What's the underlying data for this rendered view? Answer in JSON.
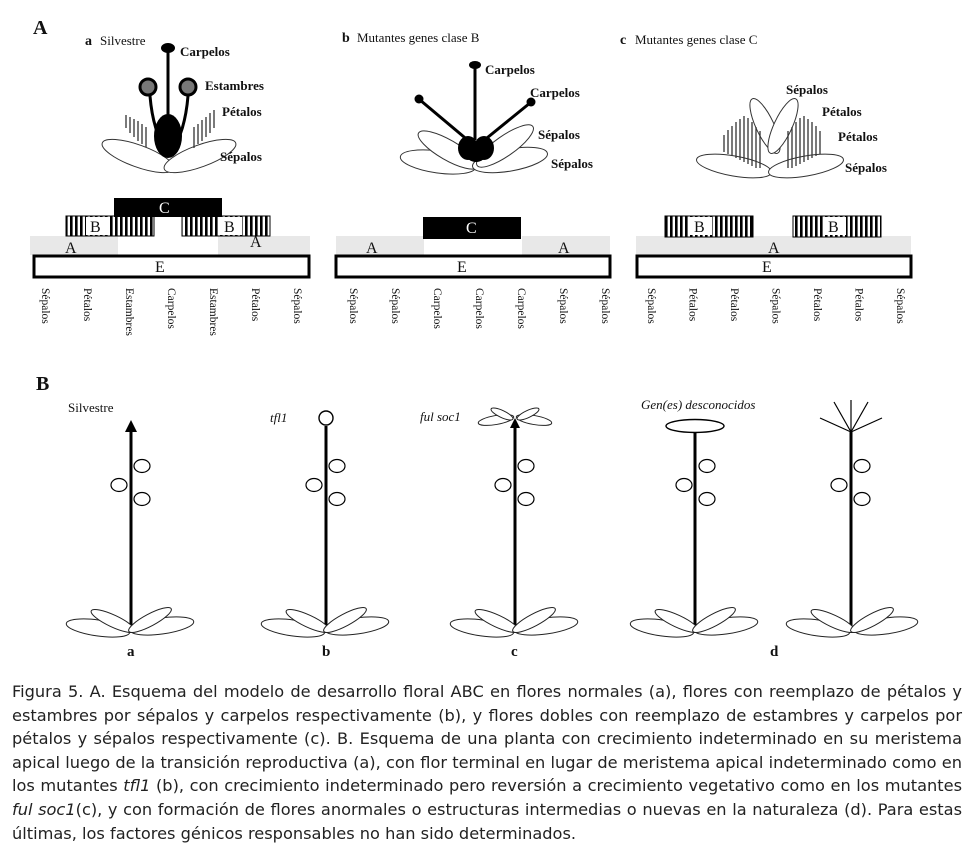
{
  "panel_a": {
    "label": "A",
    "sub_a": {
      "letter": "a",
      "title": "Silvestre",
      "carpelos": "Carpelos",
      "estambres": "Estambres",
      "petalos": "Pétalos",
      "sepalos": "Sépalos"
    },
    "sub_b": {
      "letter": "b",
      "title": "Mutantes genes clase B",
      "carpelos_1": "Carpelos",
      "carpelos_2": "Carpelos",
      "sepalos_1": "Sépalos",
      "sepalos_2": "Sépalos"
    },
    "sub_c": {
      "letter": "c",
      "title": "Mutantes genes clase C",
      "sepalos_1": "Sépalos",
      "petalos_1": "Pétalos",
      "petalos_2": "Pétalos",
      "sepalos_2": "Sépalos"
    },
    "boxes": {
      "a": "A",
      "b": "B",
      "c": "C",
      "e": "E"
    },
    "organs_a": [
      "Sépalos",
      "Pétalos",
      "Estambres",
      "Carpelos",
      "Estambres",
      "Pétalos",
      "Sépalos"
    ],
    "organs_b": [
      "Sépalos",
      "Sépalos",
      "Carpelos",
      "Carpelos",
      "Carpelos",
      "Sépalos",
      "Sépalos"
    ],
    "organs_c": [
      "Sépalos",
      "Pétalos",
      "Pétalos",
      "Sépalos",
      "Pétalos",
      "Pétalos",
      "Sépalos"
    ]
  },
  "panel_b": {
    "label": "B",
    "plant_a": {
      "title": "Silvestre",
      "letter": "a"
    },
    "plant_b": {
      "title": "tfl1",
      "letter": "b"
    },
    "plant_c": {
      "title": "ful soc1",
      "letter": "c"
    },
    "plant_d": {
      "title": "Gen(es) desconocidos",
      "letter": "d"
    }
  },
  "caption": {
    "p1": "Figura 5. A. Esquema del modelo de desarrollo floral ABC en flores normales (a), flores con reemplazo de pétalos y estambres por sépalos y carpelos respectivamente (b), y flores dobles con reemplazo de estambres y carpelos por pétalos y sépalos respectivamente (c). B. Esquema de una planta con crecimiento indeterminado en su meristema apical luego de la transición reproductiva (a), con flor terminal en lugar de meristema apical indeterminado como en los mutantes ",
    "i1": "tfl1",
    "p2": " (b), con crecimiento indeterminado pero reversión a crecimiento vegetativo como en los mutantes ",
    "i2": "ful soc1",
    "p3": "(c), y con formación de flores anormales o estructuras intermedias o nuevas en la naturaleza (d). Para estas últimas, los factores génicos responsables no han sido determinados."
  }
}
